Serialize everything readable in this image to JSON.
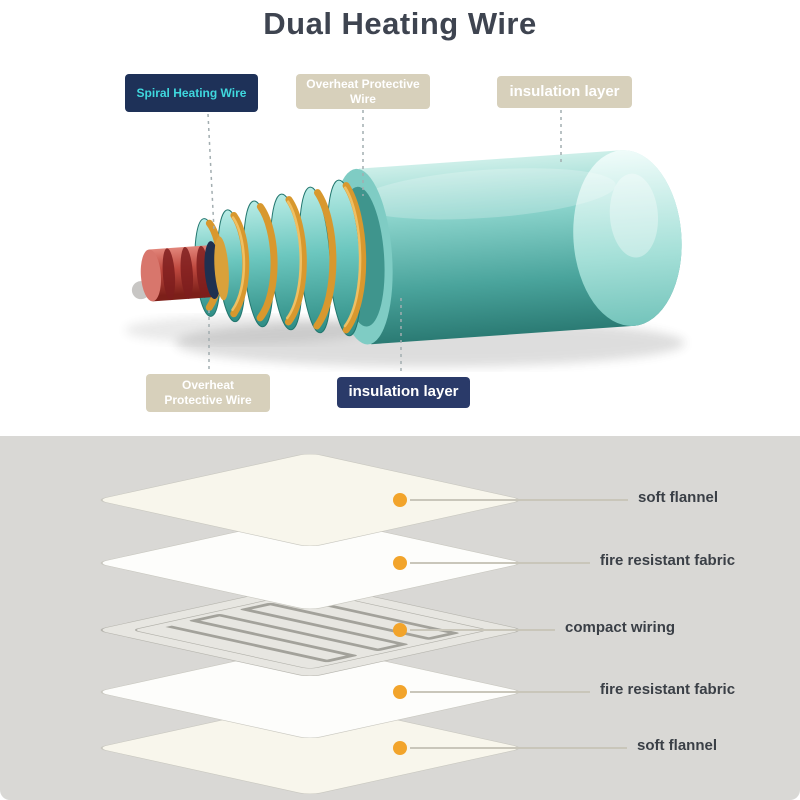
{
  "title": "Dual Heating Wire",
  "cable": {
    "labels": {
      "spiral": "Spiral Heating Wire",
      "overheat_top": "Overheat Protective Wire",
      "insulation_top": "insulation layer",
      "overheat_bottom": "Overheat Protective Wire",
      "insulation_bottom": "insulation layer"
    }
  },
  "layers": {
    "items": [
      "soft flannel",
      "fire resistant fabric",
      "compact wiring",
      "fire resistant fabric",
      "soft flannel"
    ]
  },
  "colors": {
    "navy": "#1e3158",
    "navy_bottom": "#2a3a69",
    "beige": "#d7d0bb",
    "cyan_text": "#3fd8de",
    "teal_body": "#5db6ad",
    "orange_wire": "#dd9a2f",
    "accent_dot": "#f2a42b",
    "label_text": "#3a3f46",
    "bottom_bg": "#d9d8d5"
  }
}
